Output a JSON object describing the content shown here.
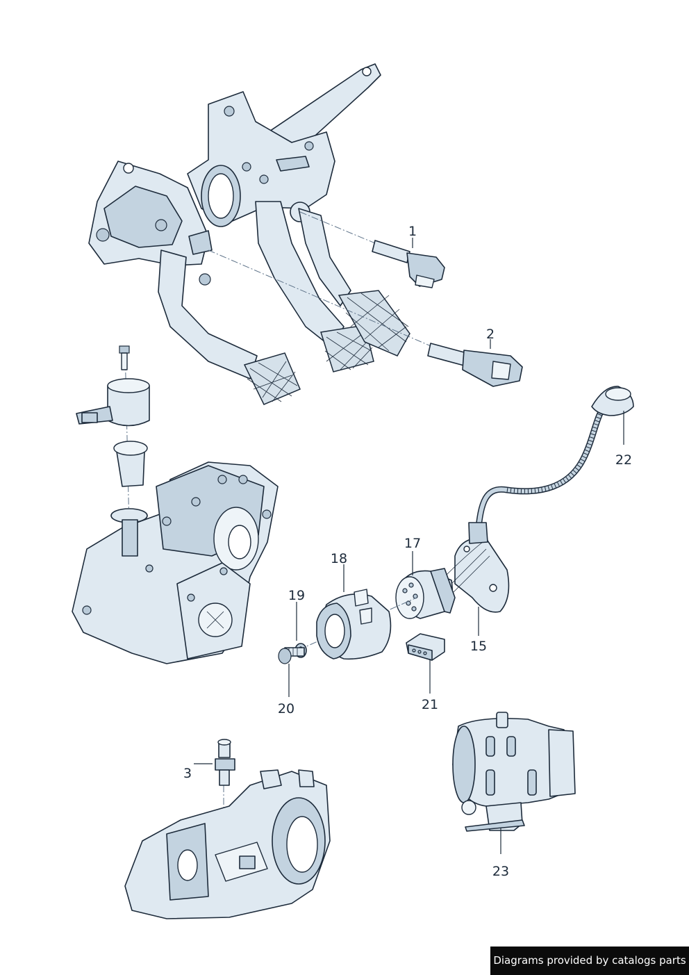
{
  "callouts": [
    {
      "id": "1",
      "text": "1"
    },
    {
      "id": "2",
      "text": "2"
    },
    {
      "id": "3",
      "text": "3"
    },
    {
      "id": "15",
      "text": "15"
    },
    {
      "id": "17",
      "text": "17"
    },
    {
      "id": "18",
      "text": "18"
    },
    {
      "id": "19",
      "text": "19"
    },
    {
      "id": "20",
      "text": "20"
    },
    {
      "id": "21",
      "text": "21"
    },
    {
      "id": "22",
      "text": "22"
    },
    {
      "id": "23",
      "text": "23"
    }
  ],
  "credit": "Diagrams provided by catalogs parts",
  "colors": {
    "line": "#1c2a3a",
    "part_fill": "#dfe9f1",
    "banner": "#0b0b0b",
    "banner_text": "#ffffff"
  }
}
